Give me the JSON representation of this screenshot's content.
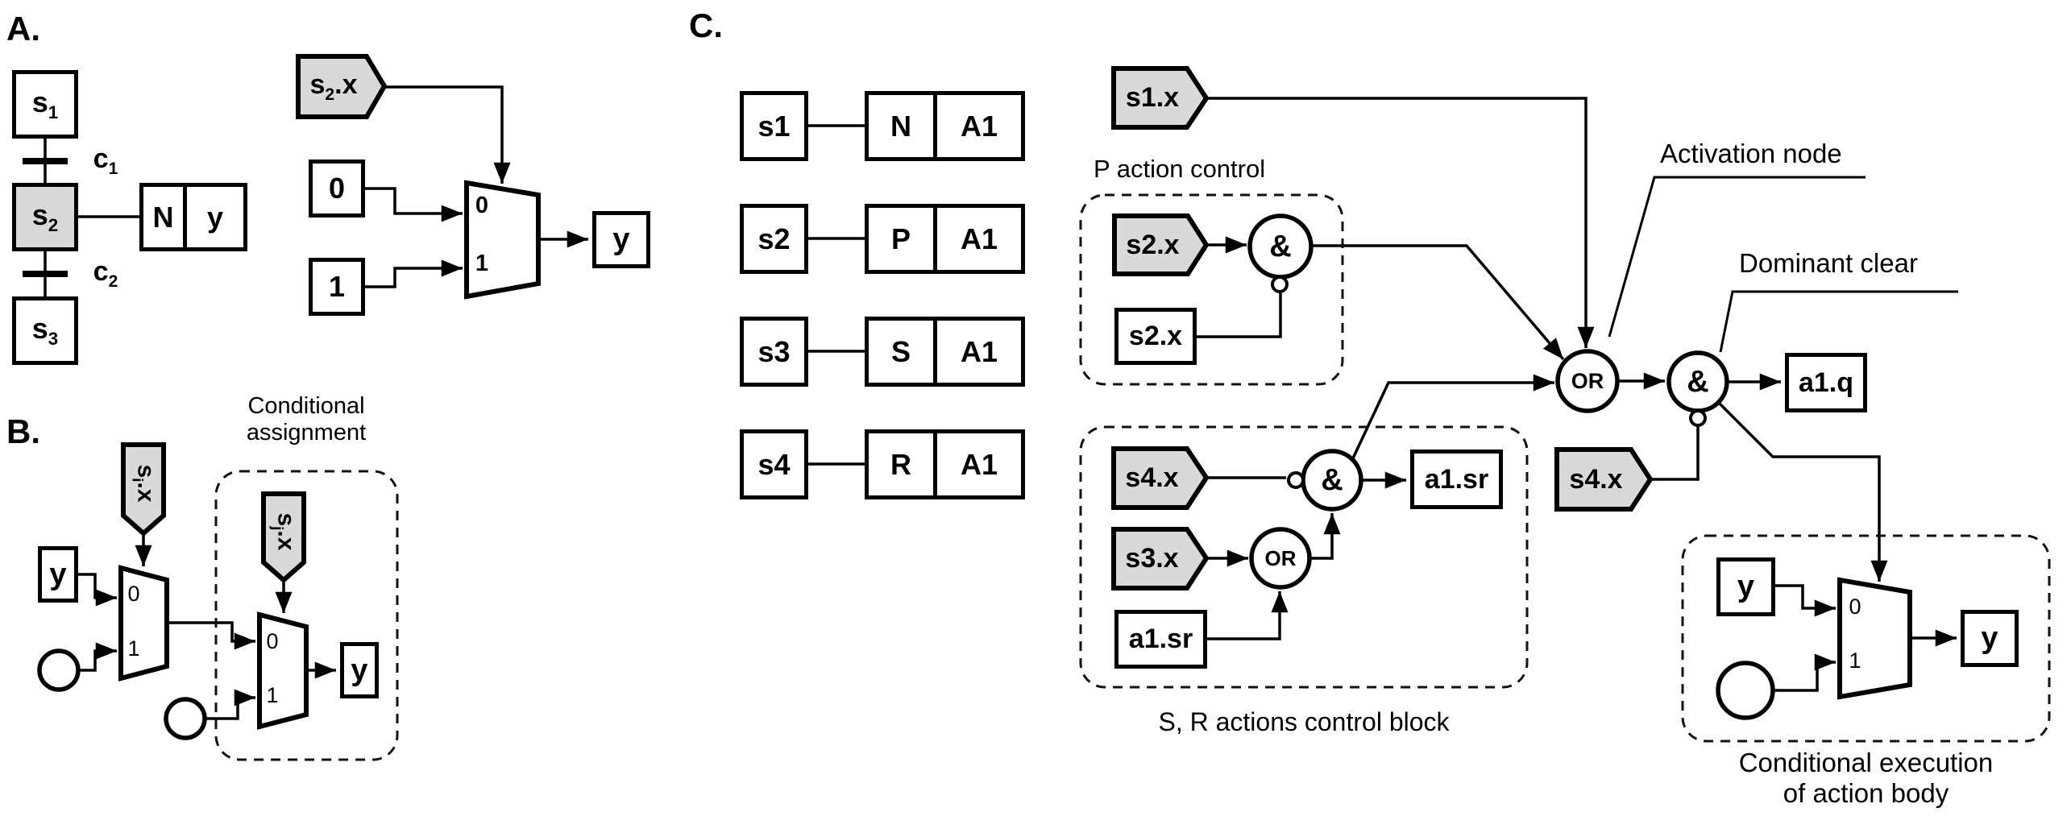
{
  "colors": {
    "shaded": "#d9d9d9",
    "line": "#000000",
    "background": "#ffffff"
  },
  "panels": {
    "a": {
      "label": "A."
    },
    "b": {
      "label": "B."
    },
    "c": {
      "label": "C."
    }
  },
  "a": {
    "states": {
      "s1": {
        "base": "s",
        "sub": "1"
      },
      "s2": {
        "base": "s",
        "sub": "2"
      },
      "s3": {
        "base": "s",
        "sub": "3"
      }
    },
    "transitions": {
      "c1": {
        "base": "c",
        "sub": "1"
      },
      "c2": {
        "base": "c",
        "sub": "2"
      }
    },
    "action_block": {
      "qualifier": "N",
      "variable": "y"
    },
    "signal": {
      "base": "s",
      "sub": "2",
      "suffix": ".x"
    },
    "const0": "0",
    "const1": "1",
    "mux": {
      "in0": "0",
      "in1": "1"
    },
    "output": "y"
  },
  "b": {
    "caption_line1": "Conditional",
    "caption_line2": "assignment",
    "signal_i": {
      "base": "s",
      "sub": "i",
      "suffix": ".x"
    },
    "signal_j": {
      "base": "s",
      "sub": "j",
      "suffix": ".x"
    },
    "input_y": "y",
    "output_y": "y",
    "mux1": {
      "in0": "0",
      "in1": "1"
    },
    "mux2": {
      "in0": "0",
      "in1": "1"
    }
  },
  "c": {
    "table": [
      {
        "state": "s1",
        "qualifier": "N",
        "action": "A1"
      },
      {
        "state": "s2",
        "qualifier": "P",
        "action": "A1"
      },
      {
        "state": "s3",
        "qualifier": "S",
        "action": "A1"
      },
      {
        "state": "s4",
        "qualifier": "R",
        "action": "A1"
      }
    ],
    "s1_signal": "s1.x",
    "s4_signal": "s4.x",
    "p_block": {
      "title": "P action control",
      "signal": "s2.x",
      "stored": "s2.x",
      "gate": "&"
    },
    "sr_block": {
      "title": "S, R actions control block",
      "signal_s4": "s4.x",
      "signal_s3": "s3.x",
      "stored": "a1.sr",
      "gate_and": "&",
      "gate_or": "OR",
      "out": "a1.sr"
    },
    "or_gate": "OR",
    "and_gate": "&",
    "output": "a1.q",
    "annotations": {
      "activation": "Activation node",
      "dominant": "Dominant clear"
    },
    "exec_block": {
      "caption_line1": "Conditional execution",
      "caption_line2": "of action body",
      "input_y": "y",
      "output_y": "y",
      "mux": {
        "in0": "0",
        "in1": "1"
      }
    }
  }
}
